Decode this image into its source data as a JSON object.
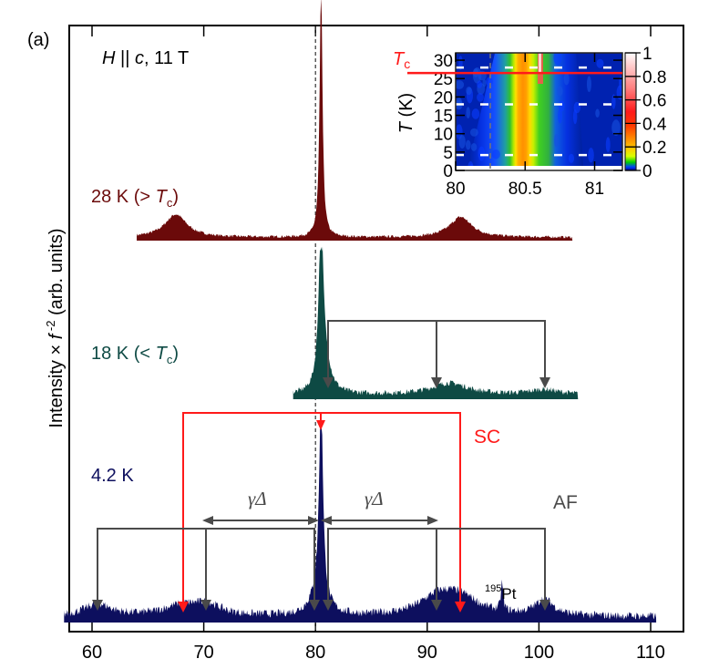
{
  "panel_label": "(a)",
  "field_label": {
    "H": "H",
    "parallel": " || ",
    "c": "c",
    "rest": ", 11 T"
  },
  "ylabel": {
    "pre": "Intensity × ",
    "f": "f",
    "sup": " -2",
    "post": " (arb. units)"
  },
  "xticks": [
    60,
    70,
    80,
    90,
    100,
    110
  ],
  "spectra_labels": {
    "s28": {
      "text": "28 K (> ",
      "T": "T",
      "sub": "c",
      "close": ")",
      "color": "#6b0a0a"
    },
    "s18": {
      "text": "18 K (< ",
      "T": "T",
      "sub": "c",
      "close": ")",
      "color": "#0e4a44"
    },
    "s4": {
      "text": "4.2 K",
      "color": "#0d0f5e"
    }
  },
  "annotations": {
    "sc": "SC",
    "af": "AF",
    "gamma_delta": "γΔ",
    "pt_sup": "195",
    "pt": "Pt"
  },
  "inset": {
    "tc_label_T": "T",
    "tc_label_sub": "c",
    "ylabel_T": "T",
    "ylabel_unit": " (K)",
    "yticks": [
      0,
      5,
      10,
      15,
      20,
      25,
      30
    ],
    "xticks": [
      "80",
      "80.5",
      "81"
    ],
    "colorbar_ticks": [
      "0",
      "0.2",
      "0.4",
      "0.6",
      "0.8",
      "1"
    ]
  },
  "colors": {
    "s28": "#6b0a0a",
    "s18": "#0e4a44",
    "s4": "#0d0f5e",
    "sc_red": "#ff1a1a",
    "af_gray": "#4a4a4a"
  },
  "chart_data": [
    {
      "type": "area",
      "title": "NMR spectra, H || c, 11 T",
      "xlabel": "",
      "ylabel": "Intensity × f^-2 (arb. units)",
      "xlim": [
        57,
        112
      ],
      "xticks": [
        60,
        70,
        80,
        90,
        100,
        110
      ],
      "series": [
        {
          "name": "28 K (> Tc)",
          "x_range": [
            64,
            103
          ],
          "peaks": [
            {
              "x": 80.5,
              "height": 1.0,
              "width": 0.15
            },
            {
              "x": 67.5,
              "height": 0.09,
              "width": 1.2
            },
            {
              "x": 93.0,
              "height": 0.08,
              "width": 1.2
            }
          ]
        },
        {
          "name": "18 K (< Tc)",
          "x_range": [
            78,
            103.5
          ],
          "peaks": [
            {
              "x": 80.5,
              "height": 1.0,
              "width": 0.25
            },
            {
              "x": 80.9,
              "height": 0.15,
              "width": 0.6
            },
            {
              "x": 92.0,
              "height": 0.07,
              "width": 2.0
            },
            {
              "x": 100.5,
              "height": 0.03,
              "width": 1.5
            }
          ]
        },
        {
          "name": "4.2 K",
          "x_range": [
            57.5,
            110.5
          ],
          "peaks": [
            {
              "x": 80.5,
              "height": 1.0,
              "width": 0.2
            },
            {
              "x": 80.3,
              "height": 0.12,
              "width": 0.8
            },
            {
              "x": 60.5,
              "height": 0.06,
              "width": 1.5
            },
            {
              "x": 68,
              "height": 0.05,
              "width": 2.0
            },
            {
              "x": 70.3,
              "height": 0.05,
              "width": 1.5
            },
            {
              "x": 91,
              "height": 0.09,
              "width": 2.0
            },
            {
              "x": 93,
              "height": 0.08,
              "width": 2.0
            },
            {
              "x": 96.7,
              "height": 0.14,
              "width": 0.12
            },
            {
              "x": 100.5,
              "height": 0.08,
              "width": 1.0
            }
          ]
        }
      ],
      "annotations": [
        {
          "text": "AF",
          "arrows_at": [
            60.5,
            70.3,
            79.7,
            81.0,
            90.9,
            100.5
          ]
        },
        {
          "text": "SC",
          "arrows_at": [
            68.0,
            80.5,
            92.9
          ]
        },
        {
          "text": "γΔ",
          "span": [
            70.3,
            80.5
          ]
        },
        {
          "text": "γΔ",
          "span": [
            80.5,
            90.9
          ]
        },
        {
          "text": "195Pt",
          "x": 96.7
        }
      ]
    },
    {
      "type": "heatmap",
      "title": "Inset",
      "xlabel": "",
      "ylabel": "T (K)",
      "xlim": [
        80,
        81.2
      ],
      "ylim": [
        0,
        32
      ],
      "xticks": [
        80,
        80.5,
        81
      ],
      "yticks": [
        0,
        5,
        10,
        15,
        20,
        25,
        30
      ],
      "colorbar": {
        "range": [
          0,
          1
        ],
        "ticks": [
          0,
          0.2,
          0.4,
          0.6,
          0.8,
          1
        ]
      },
      "dashed_lines_T": [
        4.2,
        18,
        28
      ],
      "Tc_line": 26.5,
      "ridge_center": {
        "T_0": 80.5,
        "T_30": 80.57
      }
    }
  ]
}
